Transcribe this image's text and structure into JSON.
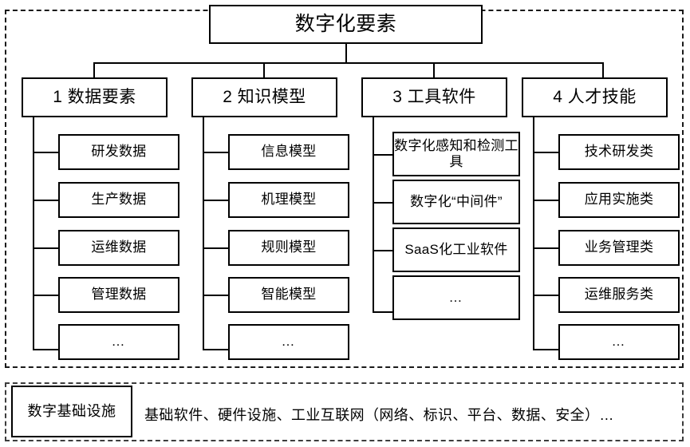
{
  "diagram": {
    "root": {
      "label": "数字化要素"
    },
    "categories": [
      {
        "label": "1 数据要素",
        "items": [
          {
            "label": "研发数据"
          },
          {
            "label": "生产数据"
          },
          {
            "label": "运维数据"
          },
          {
            "label": "管理数据"
          },
          {
            "label": "…"
          }
        ]
      },
      {
        "label": "2 知识模型",
        "items": [
          {
            "label": "信息模型"
          },
          {
            "label": "机理模型"
          },
          {
            "label": "规则模型"
          },
          {
            "label": "智能模型"
          },
          {
            "label": "…"
          }
        ]
      },
      {
        "label": "3 工具软件",
        "items": [
          {
            "label": "数字化感知和检测工具"
          },
          {
            "label": "数字化“中间件”"
          },
          {
            "label": "SaaS化工业软件"
          },
          {
            "label": "…"
          }
        ]
      },
      {
        "label": "4 人才技能",
        "items": [
          {
            "label": "技术研发类"
          },
          {
            "label": "应用实施类"
          },
          {
            "label": "业务管理类"
          },
          {
            "label": "运维服务类"
          },
          {
            "label": "…"
          }
        ]
      }
    ],
    "infrastructure": {
      "label": "数字基础设施",
      "description": "基础软件、硬件设施、工业互联网（网络、标识、平台、数据、安全）…"
    },
    "colors": {
      "line": "#000000",
      "dashed_border": "#1a1a1a",
      "background": "#ffffff"
    }
  }
}
